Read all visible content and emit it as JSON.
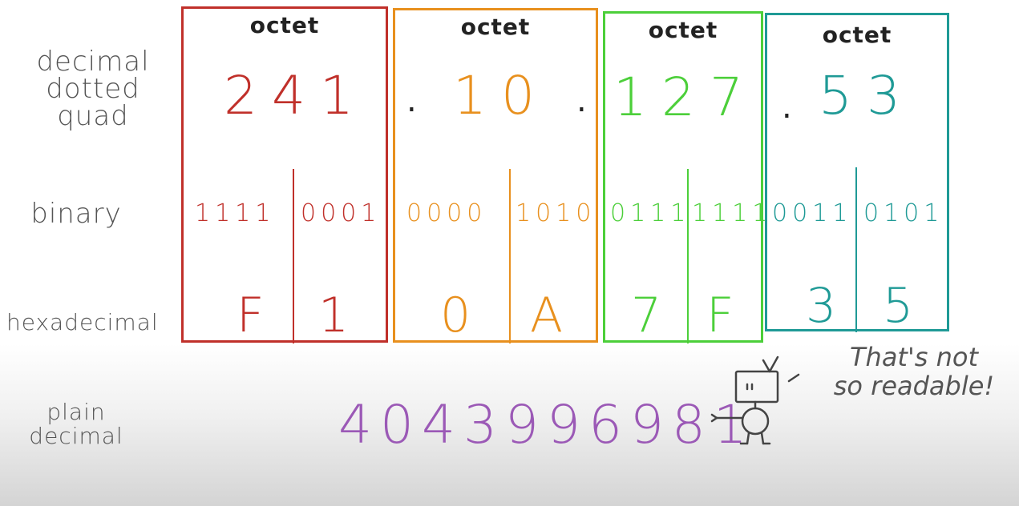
{
  "row_labels": {
    "decimal_dotted_quad": [
      "decimal",
      "dotted",
      "quad"
    ],
    "binary": "binary",
    "hexadecimal": "hexadecimal",
    "plain_decimal": [
      "plain",
      "decimal"
    ]
  },
  "octets": [
    {
      "title": "octet",
      "decimal": "241",
      "binary_high": "1111",
      "binary_low": "0001",
      "hex_high": "F",
      "hex_low": "1",
      "color": "#c0302a"
    },
    {
      "title": "octet",
      "decimal": "10",
      "binary_high": "0000",
      "binary_low": "1010",
      "hex_high": "0",
      "hex_low": "A",
      "color": "#e8901e"
    },
    {
      "title": "octet",
      "decimal": "127",
      "binary_high": "0111",
      "binary_low": "1111",
      "hex_high": "7",
      "hex_low": "F",
      "color": "#4ccf3a"
    },
    {
      "title": "octet",
      "decimal": "53",
      "binary_high": "0011",
      "binary_low": "0101",
      "hex_high": "3",
      "hex_low": "5",
      "color": "#1f9a96"
    }
  ],
  "dot_separator": ".",
  "plain_decimal_value": "4043996981",
  "plain_decimal_color": "#9b59b6",
  "speech_bubble": [
    "That's not",
    "so readable!"
  ],
  "icons": {
    "robot": "robot-icon"
  }
}
